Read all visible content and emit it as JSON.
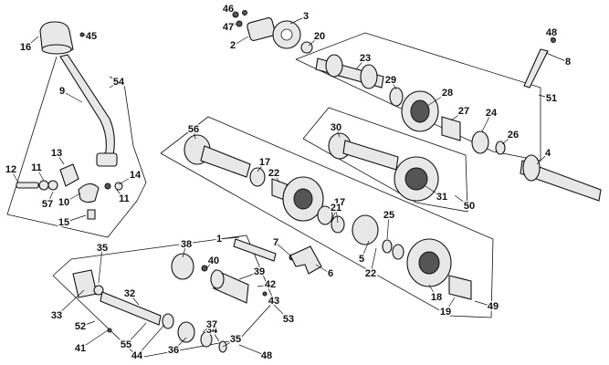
{
  "diagram": {
    "type": "exploded-parts-view",
    "callouts": [
      "1",
      "2",
      "3",
      "4",
      "5",
      "6",
      "7",
      "8",
      "9",
      "10",
      "11",
      "11",
      "12",
      "13",
      "14",
      "15",
      "16",
      "17",
      "17",
      "18",
      "19",
      "20",
      "21",
      "22",
      "22",
      "23",
      "24",
      "25",
      "26",
      "27",
      "28",
      "29",
      "30",
      "31",
      "32",
      "33",
      "34",
      "35",
      "35",
      "36",
      "37",
      "38",
      "39",
      "40",
      "41",
      "42",
      "43",
      "44",
      "45",
      "46",
      "47",
      "48",
      "48",
      "49",
      "50",
      "51",
      "52",
      "53",
      "54",
      "55",
      "56",
      "57"
    ]
  }
}
